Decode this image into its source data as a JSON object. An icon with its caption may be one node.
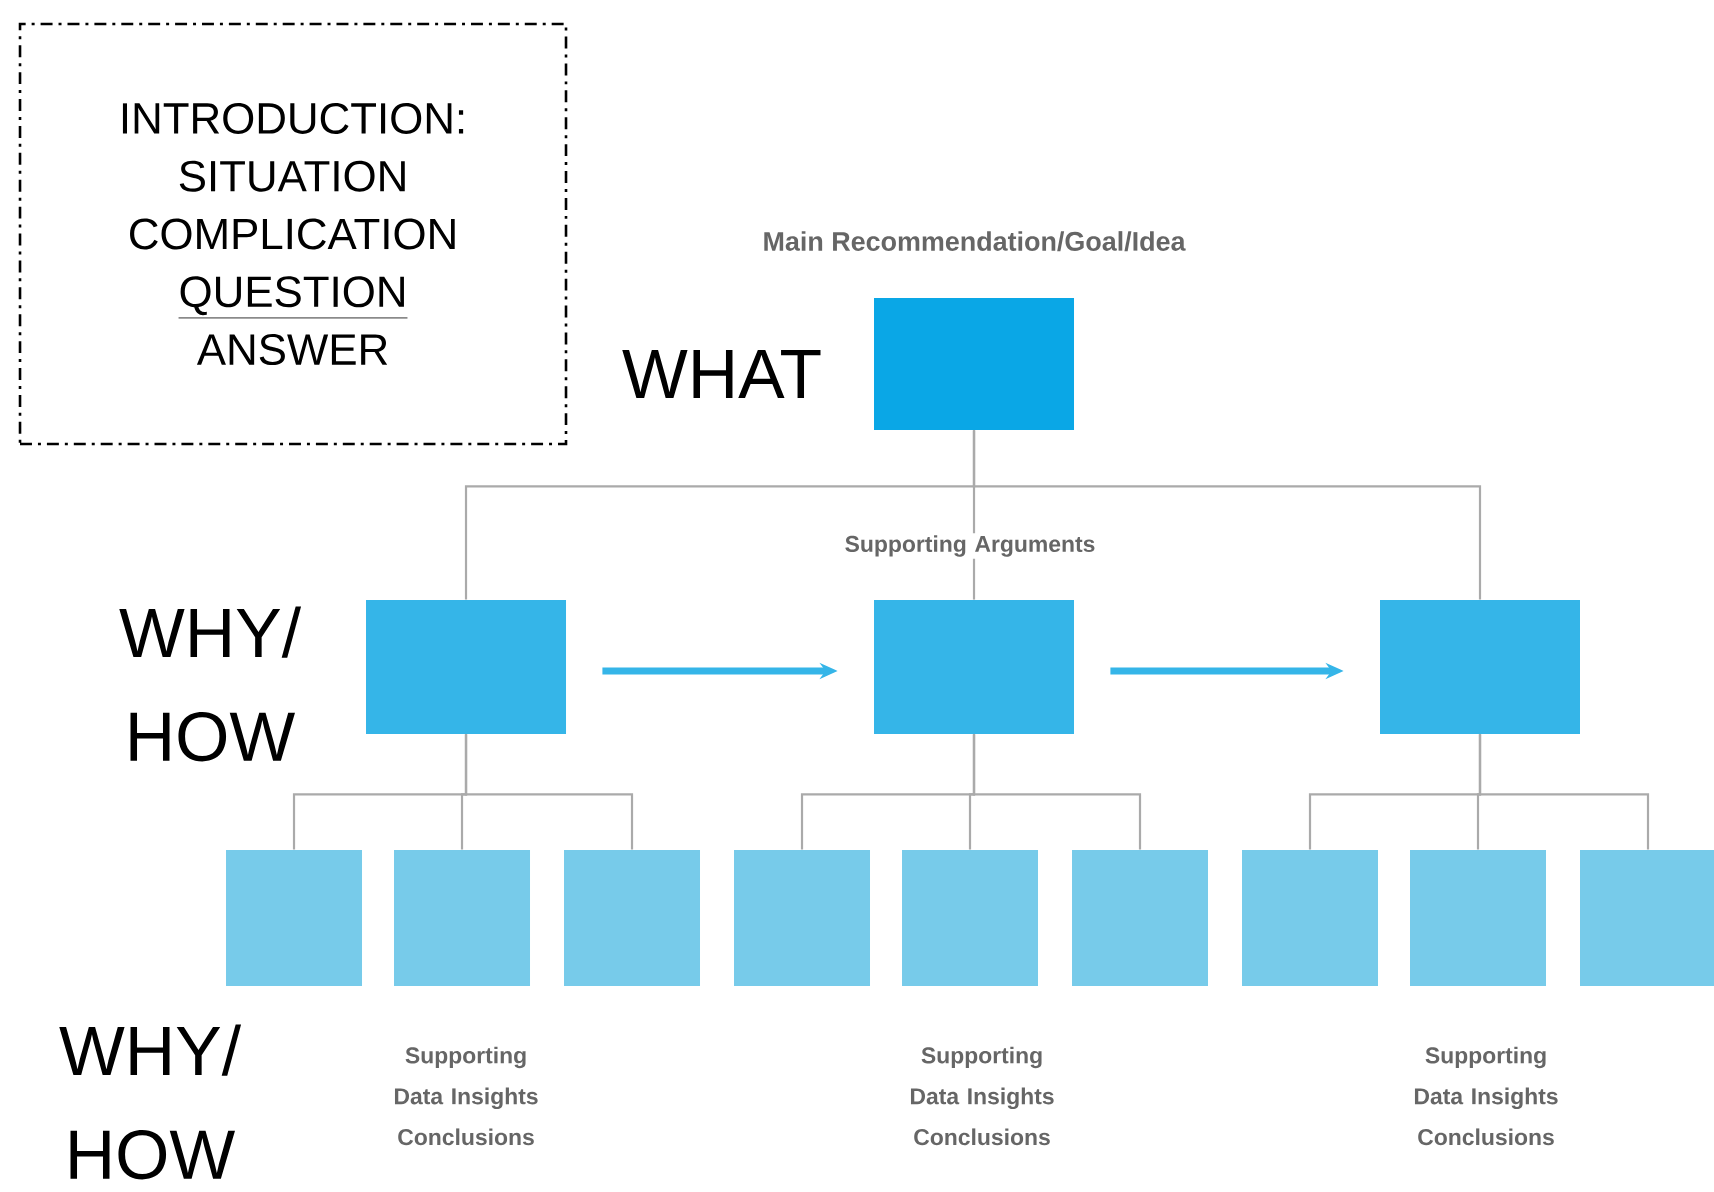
{
  "diagram": {
    "nodes": [
      {
        "text": [
          "INTRODUCTION:",
          "SITUATION",
          "COMPLICATION",
          "QUESTION",
          "ANSWER"
        ]
      },
      {
        "text": [
          "Main Recommendation/Goal/Idea"
        ]
      },
      {
        "text": [],
        "shape": "box"
      },
      {
        "text": [],
        "shape": "box"
      },
      {
        "text": [],
        "shape": "box"
      },
      {
        "text": [],
        "shape": "box"
      },
      {
        "text": [],
        "shape": "box"
      },
      {
        "text": [],
        "shape": "box"
      },
      {
        "text": [],
        "shape": "box"
      },
      {
        "text": [],
        "shape": "box"
      },
      {
        "text": [],
        "shape": "box"
      },
      {
        "text": [],
        "shape": "box"
      },
      {
        "text": [],
        "shape": "box"
      },
      {
        "text": [],
        "shape": "box"
      }
    ],
    "edges": [
      {
        "from": 1,
        "to": 2,
        "arrow": "none"
      },
      {
        "from": 1,
        "to": 3,
        "arrow": "none"
      },
      {
        "from": 1,
        "to": 4,
        "arrow": "none"
      },
      {
        "from": 2,
        "to": 3,
        "arrow": "to",
        "style": "thick",
        "color": "#35b5e8"
      },
      {
        "from": 3,
        "to": 4,
        "arrow": "to",
        "style": "thick",
        "color": "#35b5e8"
      },
      {
        "from": 2,
        "to": 5,
        "arrow": "none"
      },
      {
        "from": 2,
        "to": 6,
        "arrow": "none"
      },
      {
        "from": 2,
        "to": 7,
        "arrow": "none"
      },
      {
        "from": 3,
        "to": 8,
        "arrow": "none"
      },
      {
        "from": 3,
        "to": 9,
        "arrow": "none"
      },
      {
        "from": 3,
        "to": 10,
        "arrow": "none"
      },
      {
        "from": 4,
        "to": 11,
        "arrow": "none"
      },
      {
        "from": 4,
        "to": 12,
        "arrow": "none"
      },
      {
        "from": 4,
        "to": 13,
        "arrow": "none"
      }
    ],
    "labels": [
      "WHAT",
      "Supporting Arguments",
      "WHY/ HOW",
      "WHY/ HOW",
      "Supporting Data Insights Conclusions",
      "Supporting Data Insights Conclusions",
      "Supporting Data Insights Conclusions"
    ]
  }
}
